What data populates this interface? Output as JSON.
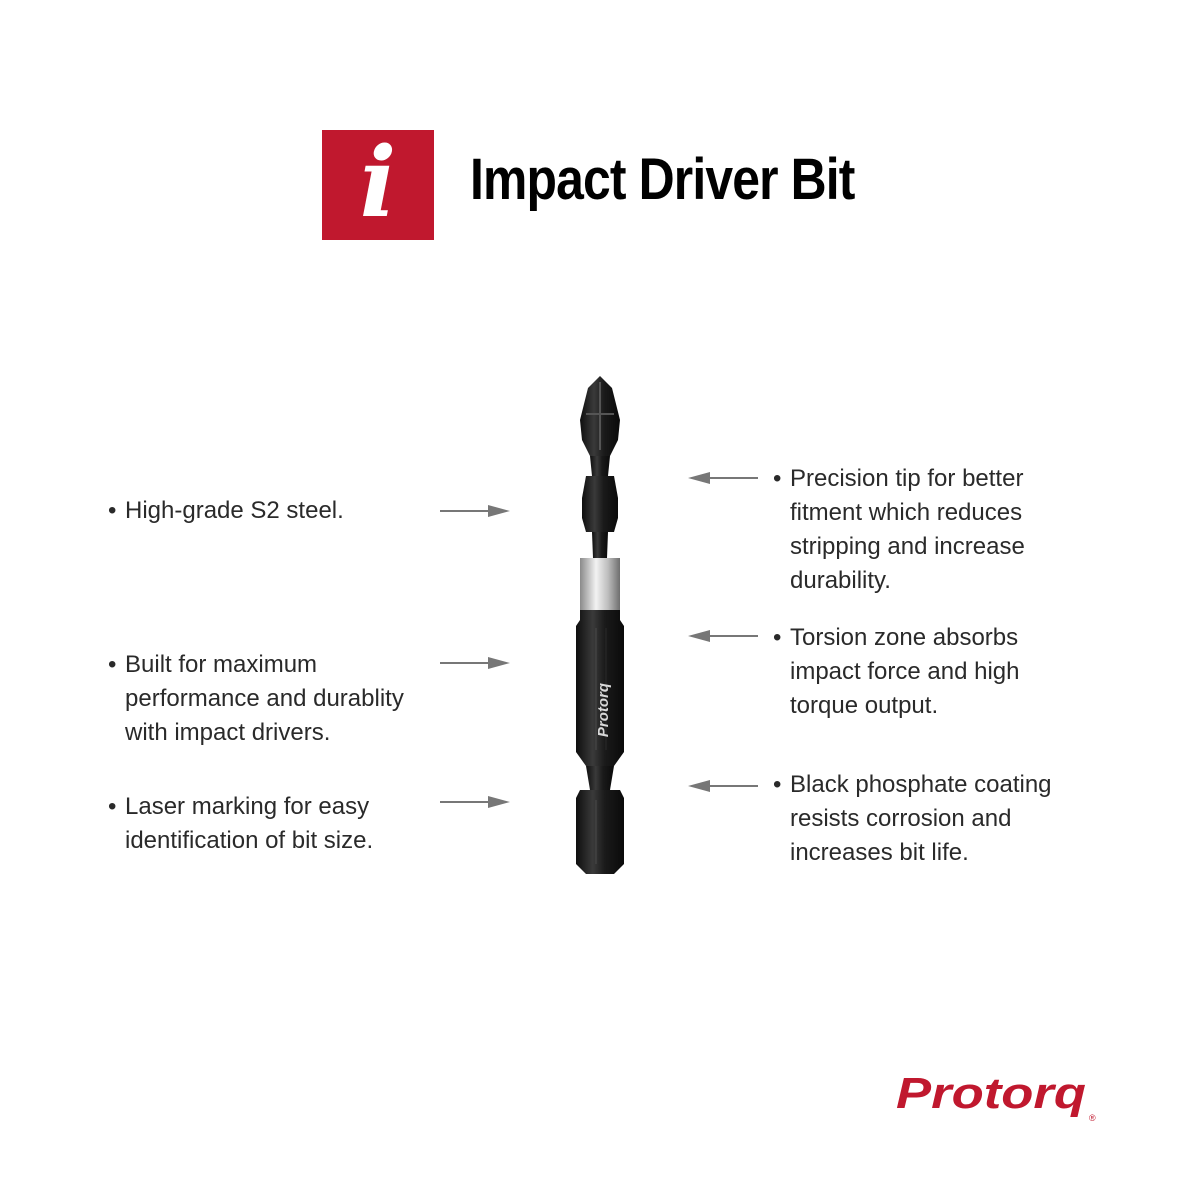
{
  "header": {
    "icon_letter": "i",
    "title": "Impact Driver Bit"
  },
  "product": {
    "bit_marking": "Protorq"
  },
  "features_left": [
    {
      "bullet": "•",
      "text": "High-grade S2 steel."
    },
    {
      "bullet": "•",
      "text": "Built for maximum performance and durablity with impact drivers."
    },
    {
      "bullet": "•",
      "text": "Laser marking for easy identification of bit size."
    }
  ],
  "features_right": [
    {
      "bullet": "•",
      "text": "Precision tip for better fitment which reduces stripping and increase durability."
    },
    {
      "bullet": "•",
      "text": "Torsion zone absorbs impact force and high torque output."
    },
    {
      "bullet": "•",
      "text": "Black phosphate coating resists corrosion and increases bit life."
    }
  ],
  "brand": {
    "name": "Protorq",
    "registered": "®"
  },
  "colors": {
    "accent": "#c0182e",
    "text": "#2a2a2a",
    "arrow": "#777777",
    "bit": "#1b1b1b"
  },
  "icons": {
    "badge": "info-icon",
    "pointer_right": "arrow-right-icon",
    "pointer_left": "arrow-left-icon"
  }
}
